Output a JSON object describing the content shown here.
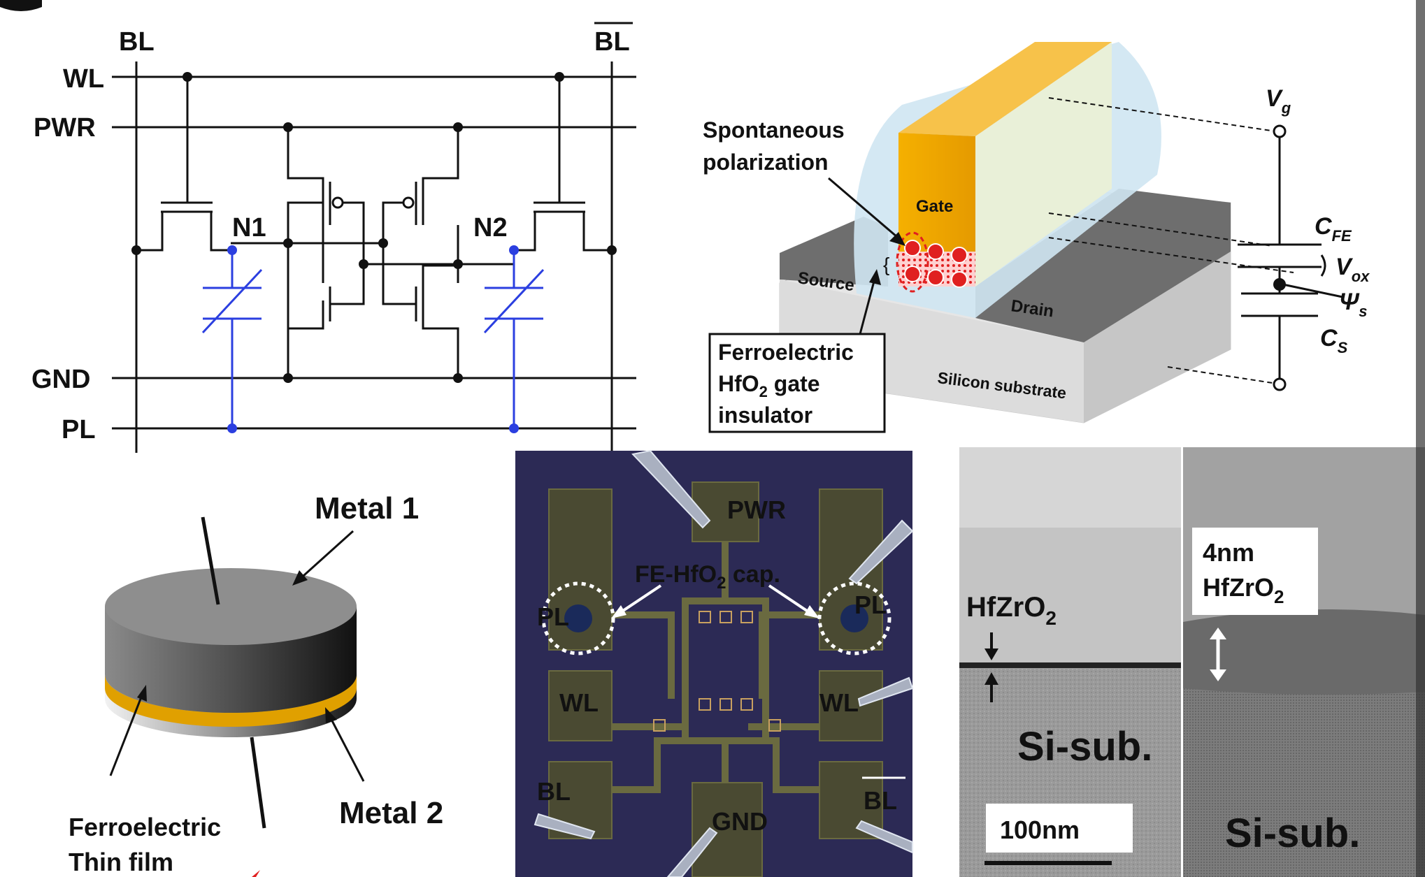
{
  "schematic": {
    "bl": "BL",
    "bl_bar": "BL",
    "wl": "WL",
    "pwr": "PWR",
    "gnd": "GND",
    "pl": "PL",
    "n1": "N1",
    "n2": "N2"
  },
  "fefet": {
    "gate": "Gate",
    "source": "Source",
    "drain": "Drain",
    "substrate": "Silicon substrate",
    "spont_line1": "Spontaneous",
    "spont_line2": "polarization",
    "fe_line1": "Ferroelectric",
    "fe_line2_main": "HfO",
    "fe_line2_sub": "2",
    "fe_line2_rest": " gate",
    "fe_line3": "insulator",
    "vg_main": "V",
    "vg_sub": "g",
    "cfe_main": "C",
    "cfe_sub": "FE",
    "vox_main": "V",
    "vox_sub": "ox",
    "psi_main": "Ψ",
    "psi_sub": "s",
    "cs_main": "C",
    "cs_sub": "S"
  },
  "capacitor": {
    "metal1": "Metal 1",
    "metal2": "Metal 2",
    "film_line1": "Ferroelectric",
    "film_line2": "Thin film"
  },
  "micrograph": {
    "pwr": "PWR",
    "cap_main": "FE-HfO",
    "cap_sub": "2",
    "cap_rest": " cap.",
    "pl_left": "PL",
    "pl_right": "PL",
    "wl_left": "WL",
    "wl_right": "WL",
    "bl_left": "BL",
    "bl_right": "BL",
    "gnd": "GND"
  },
  "tem": {
    "hfzro_main": "HfZrO",
    "hfzro_sub": "2",
    "si_left": "Si-sub.",
    "scale": "100nm",
    "thick_line1": "4nm",
    "thick_line2_main": "HfZrO",
    "thick_line2_sub": "2",
    "si_right": "Si-sub."
  },
  "colors": {
    "wire": "#111111",
    "ferro_cap": "#2b3fe0",
    "gate_gold": "#f0a800",
    "chip_bg": "#2c2a55",
    "pad": "#4a4a32"
  }
}
